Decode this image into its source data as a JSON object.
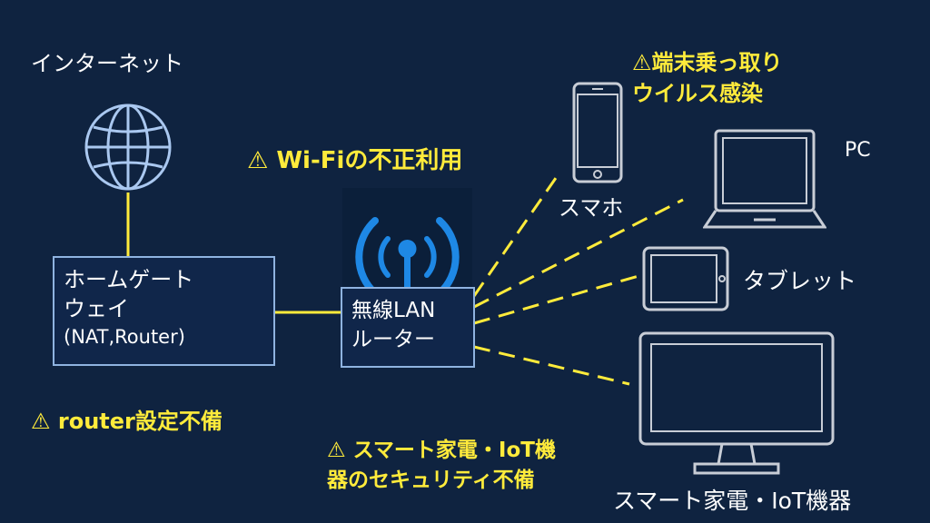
{
  "colors": {
    "background": "#0f2340",
    "warning": "#ffeb3b",
    "box_border": "#8fb3e0",
    "device_stroke": "#c8cdd6",
    "wifi_blue": "#1e88e5"
  },
  "internet": {
    "label": "インターネット",
    "icon": "globe-icon"
  },
  "gateway": {
    "line1": "ホームゲート",
    "line2": "ウェイ",
    "line3": "(NAT,Router)"
  },
  "router": {
    "line1": "無線LAN",
    "line2": "ルーター",
    "icon": "wifi-antenna-icon"
  },
  "devices": {
    "smartphone": {
      "label": "スマホ",
      "icon": "smartphone-icon"
    },
    "pc": {
      "label": "PC",
      "icon": "laptop-icon"
    },
    "tablet": {
      "label": "タブレット",
      "icon": "tablet-icon"
    },
    "iot": {
      "label": "スマート家電・IoT機器",
      "icon": "monitor-icon"
    }
  },
  "warnings": {
    "device": {
      "icon": "warning-icon",
      "line1": "⚠端末乗っ取り",
      "line2": "ウイルス感染"
    },
    "wifi": {
      "icon": "warning-icon",
      "text": "⚠ Wi-Fiの不正利用"
    },
    "router_setting": {
      "icon": "warning-icon",
      "text": "⚠ router設定不備"
    },
    "iot": {
      "icon": "warning-icon",
      "line1": "⚠ スマート家電・IoT機",
      "line2": "器のセキュリティ不備"
    }
  }
}
